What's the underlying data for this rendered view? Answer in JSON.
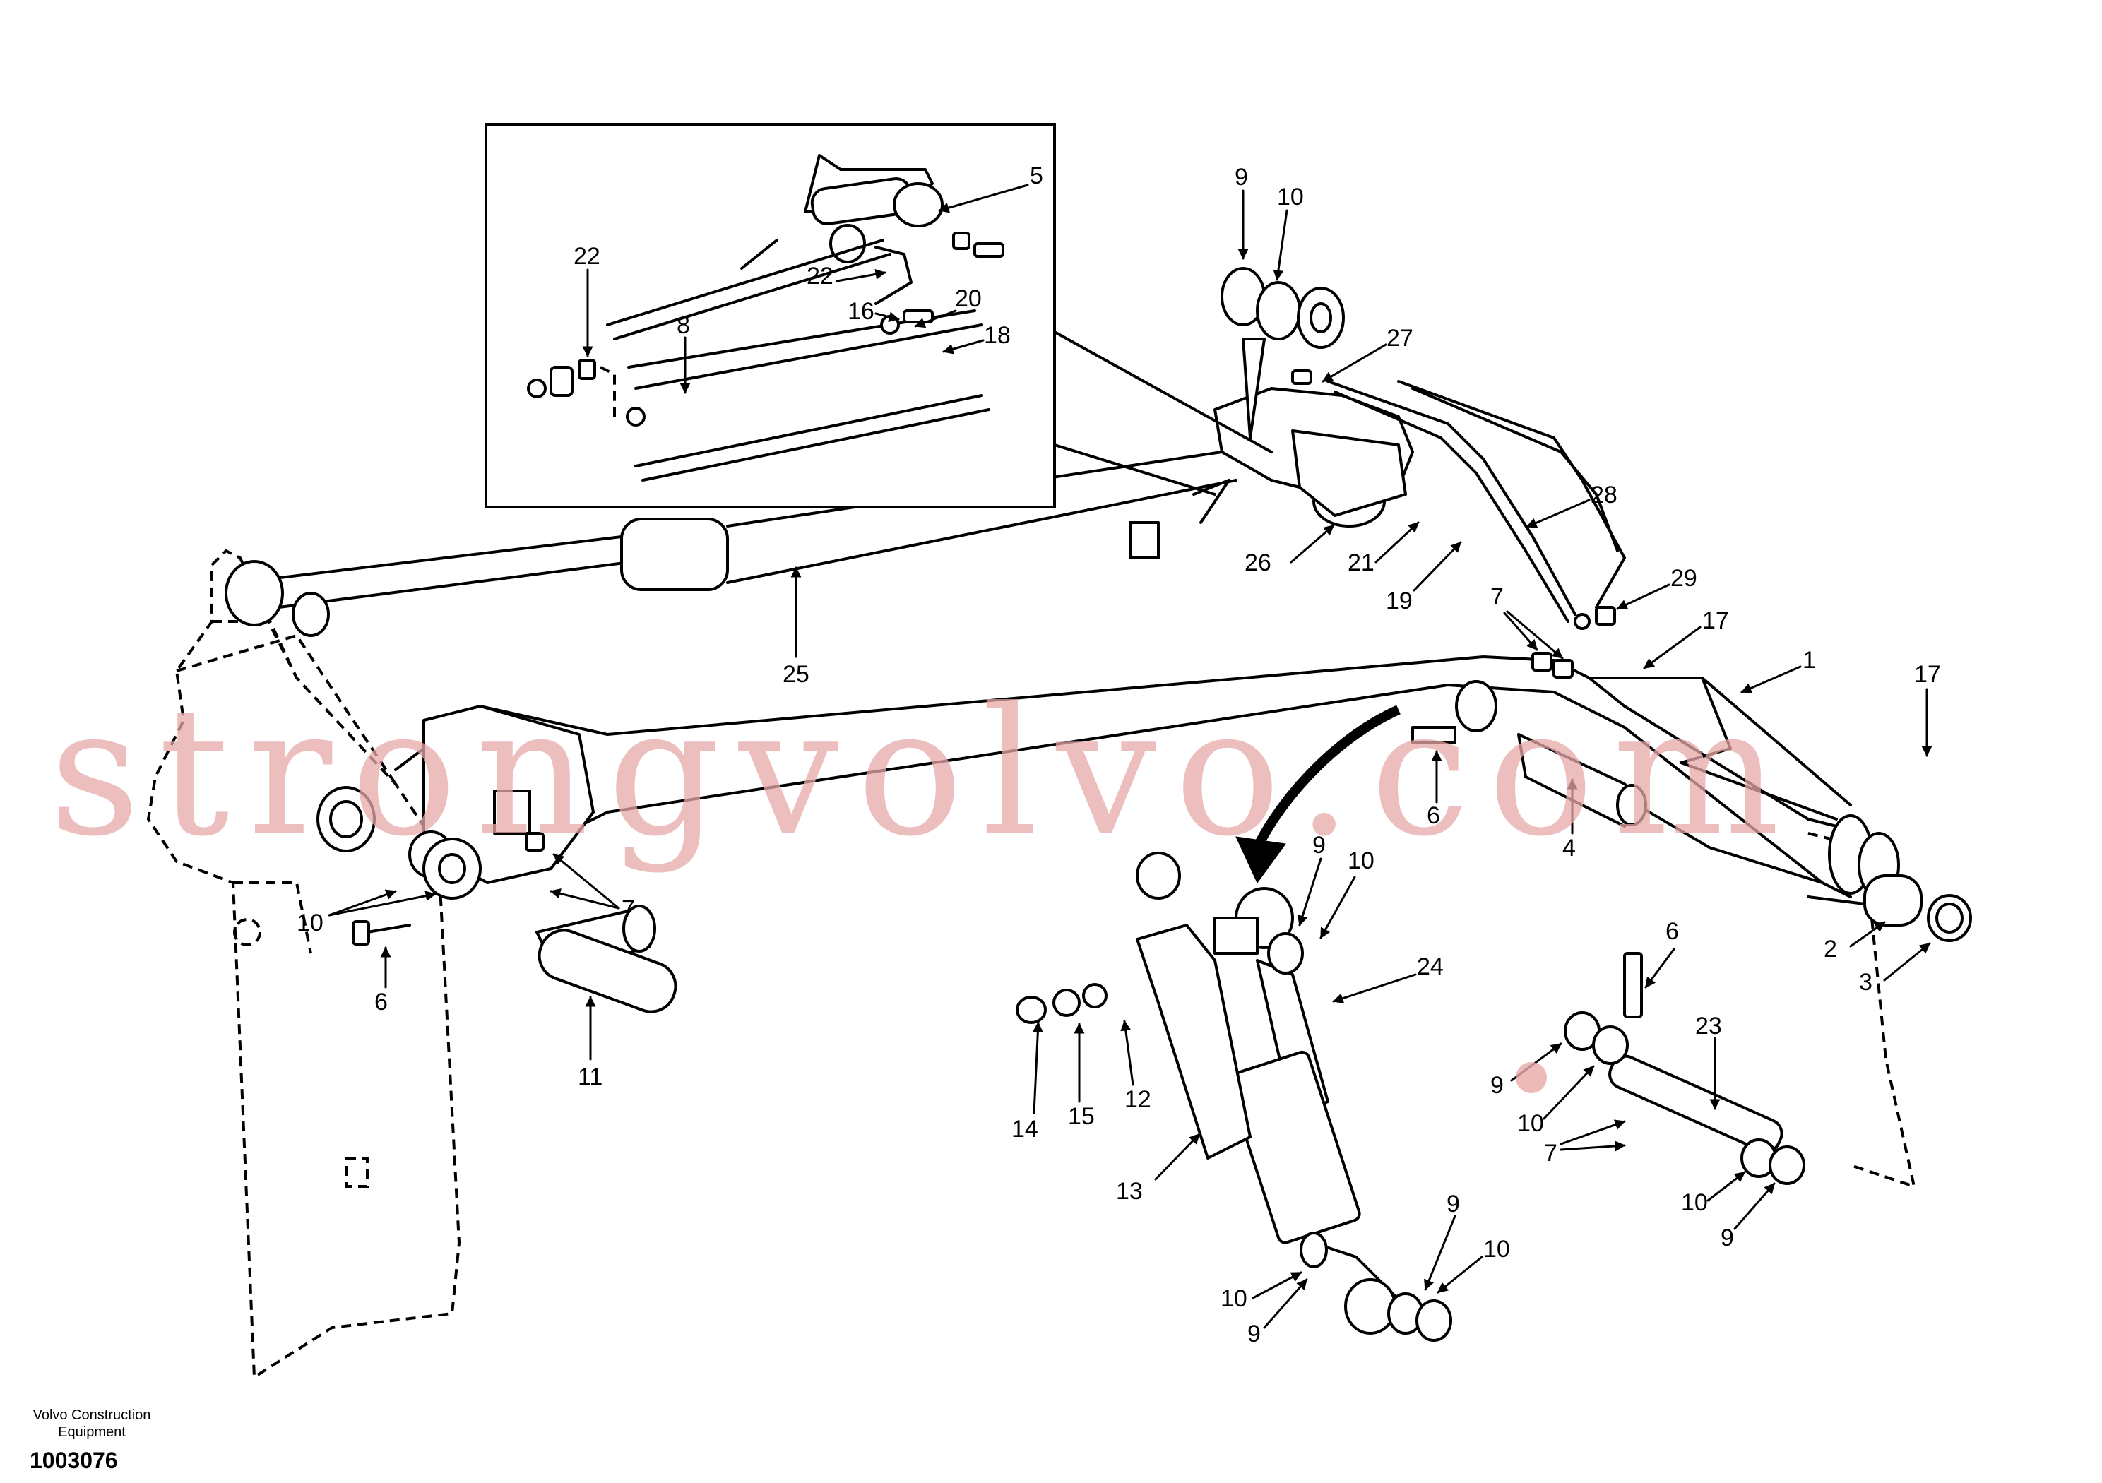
{
  "watermark": "strongvolvo.com",
  "footer": {
    "company": "Volvo Construction Equipment",
    "document_number": "1003076"
  },
  "callouts": {
    "c1": "1",
    "c2": "2",
    "c3": "3",
    "c4": "4",
    "c5": "5",
    "c6a": "6",
    "c6b": "6",
    "c6c": "6",
    "c7a": "7",
    "c7b": "7",
    "c7c": "7",
    "c8": "8",
    "c9a": "9",
    "c9b": "9",
    "c9c": "9",
    "c9d": "9",
    "c9e": "9",
    "c9f": "9",
    "c10a": "10",
    "c10b": "10",
    "c10c": "10",
    "c10d": "10",
    "c10e": "10",
    "c10f": "10",
    "c10g": "10",
    "c11": "11",
    "c12": "12",
    "c13": "13",
    "c14": "14",
    "c15": "15",
    "c16": "16",
    "c17a": "17",
    "c17b": "17",
    "c18": "18",
    "c19": "19",
    "c20": "20",
    "c21": "21",
    "c22a": "22",
    "c22b": "22",
    "c23": "23",
    "c24": "24",
    "c25": "25",
    "c26": "26",
    "c27": "27",
    "c28": "28",
    "c29": "29"
  }
}
